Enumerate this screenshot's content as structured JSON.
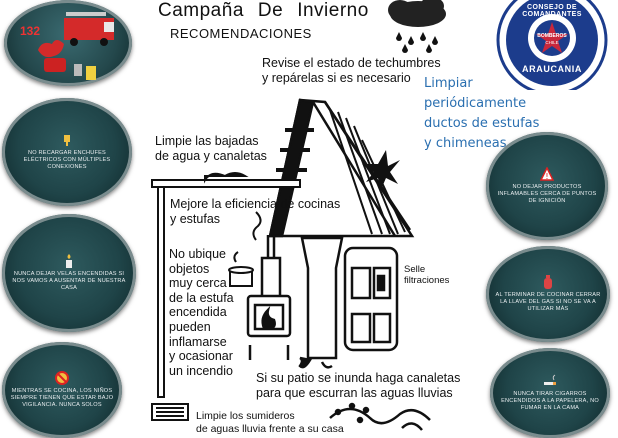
{
  "title": {
    "w1": "Campaña",
    "w2": "De",
    "w3": "Invierno"
  },
  "subtitle": "RECOMENDACIONES",
  "texts": {
    "roofs": [
      "Revise el estado de techumbres",
      "y repárelas si es necesario"
    ],
    "gutters": [
      "Limpie las bajadas",
      "de agua y canaletas"
    ],
    "stoves": [
      "Mejore la eficiencia de cocinas",
      "y estufas"
    ],
    "no_objects": [
      "No ubique",
      "objetos",
      "muy cerca",
      "de la estufa",
      "encendida",
      "pueden",
      "inflamarse",
      "y ocasionar",
      "un incendio"
    ],
    "seal": [
      "Selle",
      "filtraciones"
    ],
    "patio": [
      "Si su patio se inunda haga canaletas",
      "para que escurran las aguas lluvias"
    ],
    "drains": [
      "Limpie los sumideros",
      "de aguas lluvia frente a su casa"
    ],
    "ducts": [
      "Limpiar",
      "periódicamente",
      "ductos de estufas",
      "y chimeneas"
    ]
  },
  "logo": {
    "top": "CONSEJO DE COMANDANTES",
    "center": "BOMBEROS",
    "sub": "CHILE",
    "bottom": "ARAUCANIA"
  },
  "emergency_number": "132",
  "badges_left": [
    "NO RECARGAR ENCHUFES ELÉCTRICOS CON MÚLTIPLES CONEXIONES",
    "NUNCA DEJAR VELAS ENCENDIDAS SI NOS VAMOS A AUSENTAR DE NUESTRA CASA",
    "MIENTRAS SE COCINA, LOS NIÑOS SIEMPRE TIENEN QUE ESTAR BAJO VIGILANCIA. NUNCA SOLOS"
  ],
  "badges_right": [
    "NO DEJAR PRODUCTOS INFLAMABLES CERCA DE PUNTOS DE IGNICIÓN",
    "AL TERMINAR DE COCINAR CERRAR LA LLAVE DEL GAS SI NO SE VA A UTILIZAR MÁS",
    "NUNCA TIRAR CIGARROS ENCENDIDOS A LA PAPELERA, NO FUMAR EN LA CAMA"
  ],
  "colors": {
    "accent_blue": "#2a6fb0",
    "badge_bg": "#1f4448",
    "logo_blue": "#1c3c8c"
  }
}
